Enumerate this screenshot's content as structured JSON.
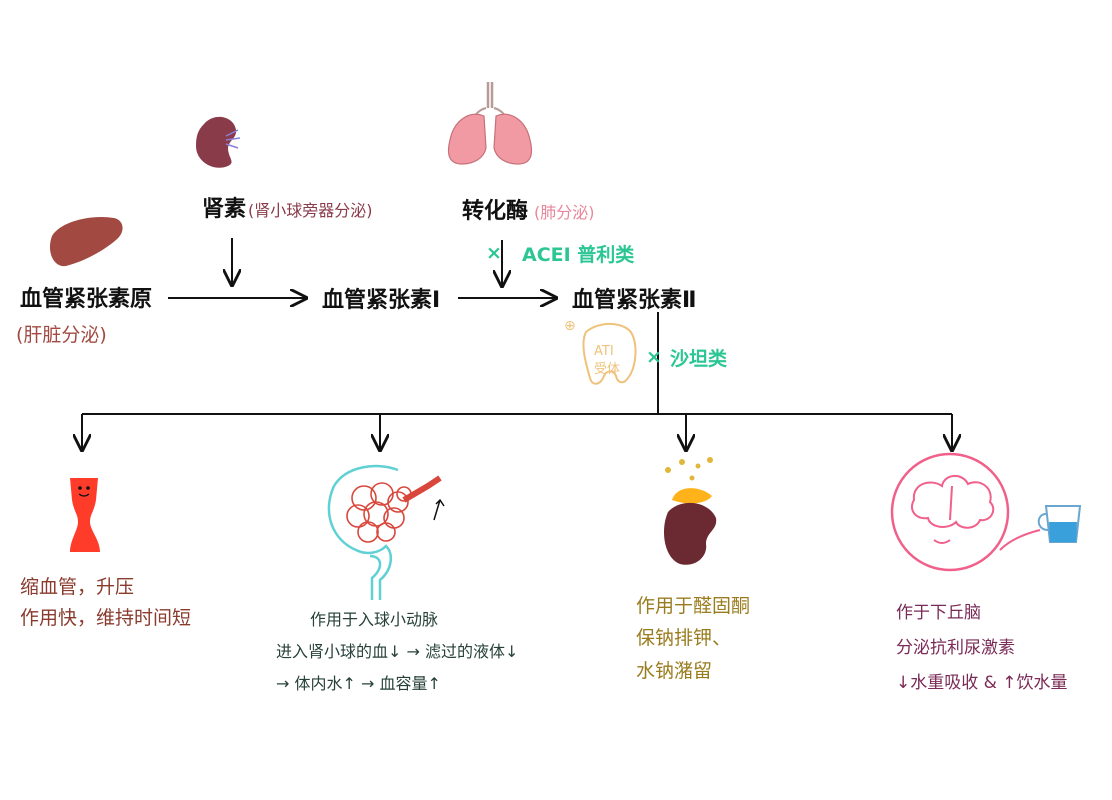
{
  "colors": {
    "ink": "#111111",
    "liver": "#a24a42",
    "kidney": "#8a3b4a",
    "lung": "#e46f7c",
    "enzyme_note": "#e7879a",
    "drug": "#2bc693",
    "receptor": "#efc27a",
    "muscle": "#ff3b2a",
    "glomerulus": "#5fd0d4",
    "aldosterone_text": "#9a7c1e",
    "adrenal": "#ffb21a",
    "kidney_dark": "#6b2a31",
    "brain": "#f0608a",
    "water": "#3aa0dc",
    "dark_text": "#27413a",
    "brown_text": "#8a3b2e",
    "purple_text": "#7a2a56"
  },
  "icons": {
    "liver": "liver-icon",
    "kidney": "kidney-icon",
    "lung": "lung-icon",
    "receptor": "at1-receptor-icon",
    "vessel": "vessel-icon",
    "glomerulus": "glomerulus-icon",
    "adrenal_kidney": "adrenal-kidney-icon",
    "brain": "brain-icon",
    "water_cup": "water-cup-icon"
  },
  "nodes": {
    "angiotensinogen": "血管紧张素原",
    "angiotensinogen_note": "(肝脏分泌)",
    "renin": "肾素",
    "renin_note": "(肾小球旁器分泌)",
    "ace": "转化酶",
    "ace_note": "(肺分泌)",
    "ang1": "血管紧张素Ⅰ",
    "ang2": "血管紧张素Ⅱ",
    "acei_mark": "×",
    "acei": "ACEI 普利类",
    "arb_mark": "×",
    "arb": "沙坦类",
    "receptor_plus": "⊕",
    "receptor_line1": "ATⅠ",
    "receptor_line2": "受体"
  },
  "effects": {
    "vessel": [
      "缩血管，升压",
      "作用快，维持时间短"
    ],
    "kidney": [
      "作用于入球小动脉",
      "进入肾小球的血↓ → 滤过的液体↓",
      "→ 体内水↑ → 血容量↑"
    ],
    "aldosterone": [
      "作用于醛固酮",
      "保钠排钾、",
      "水钠潴留"
    ],
    "brain": [
      "作于下丘脑",
      "分泌抗利尿激素",
      "↓水重吸收 & ↑饮水量"
    ]
  }
}
